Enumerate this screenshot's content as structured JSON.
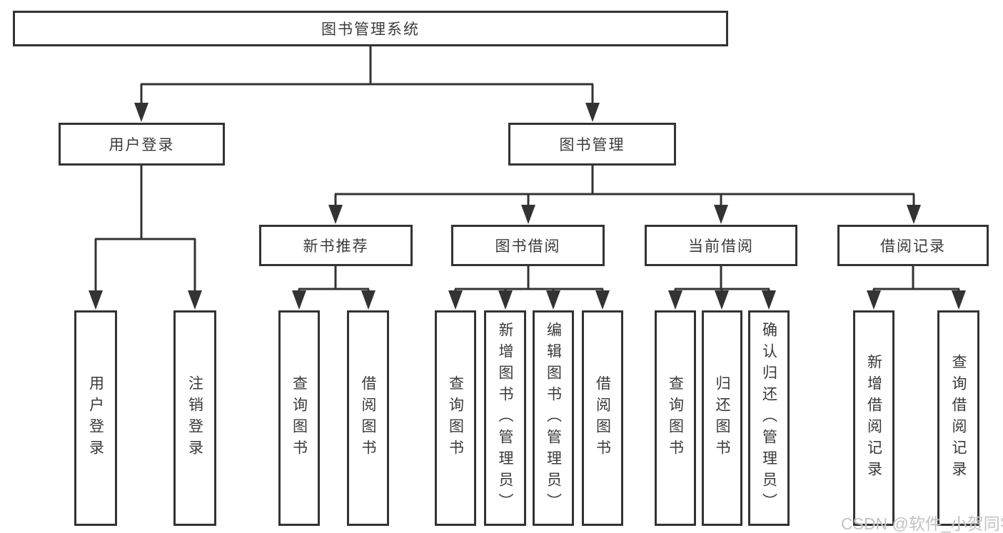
{
  "diagram": {
    "root": "图书管理系统",
    "branches": [
      {
        "label": "用户登录",
        "children": [
          "用户登录",
          "注销登录"
        ]
      },
      {
        "label": "图书管理",
        "children": [
          {
            "label": "新书推荐",
            "children": [
              "查询图书",
              "借阅图书"
            ]
          },
          {
            "label": "图书借阅",
            "children": [
              "查询图书",
              "新增图书（管理员）",
              "编辑图书（管理员）",
              "借阅图书"
            ]
          },
          {
            "label": "当前借阅",
            "children": [
              "查询图书",
              "归还图书",
              "确认归还（管理员）"
            ]
          },
          {
            "label": "借阅记录",
            "children": [
              "新增借阅记录",
              "查询借阅记录"
            ]
          }
        ]
      }
    ]
  },
  "watermark": {
    "text": "CSDN @软件_小贺同学"
  },
  "colors": {
    "line": "#333333",
    "box_border": "#333333",
    "text": "#3a3a3a",
    "background": "#ffffff",
    "watermark": "#b9b9b9"
  }
}
